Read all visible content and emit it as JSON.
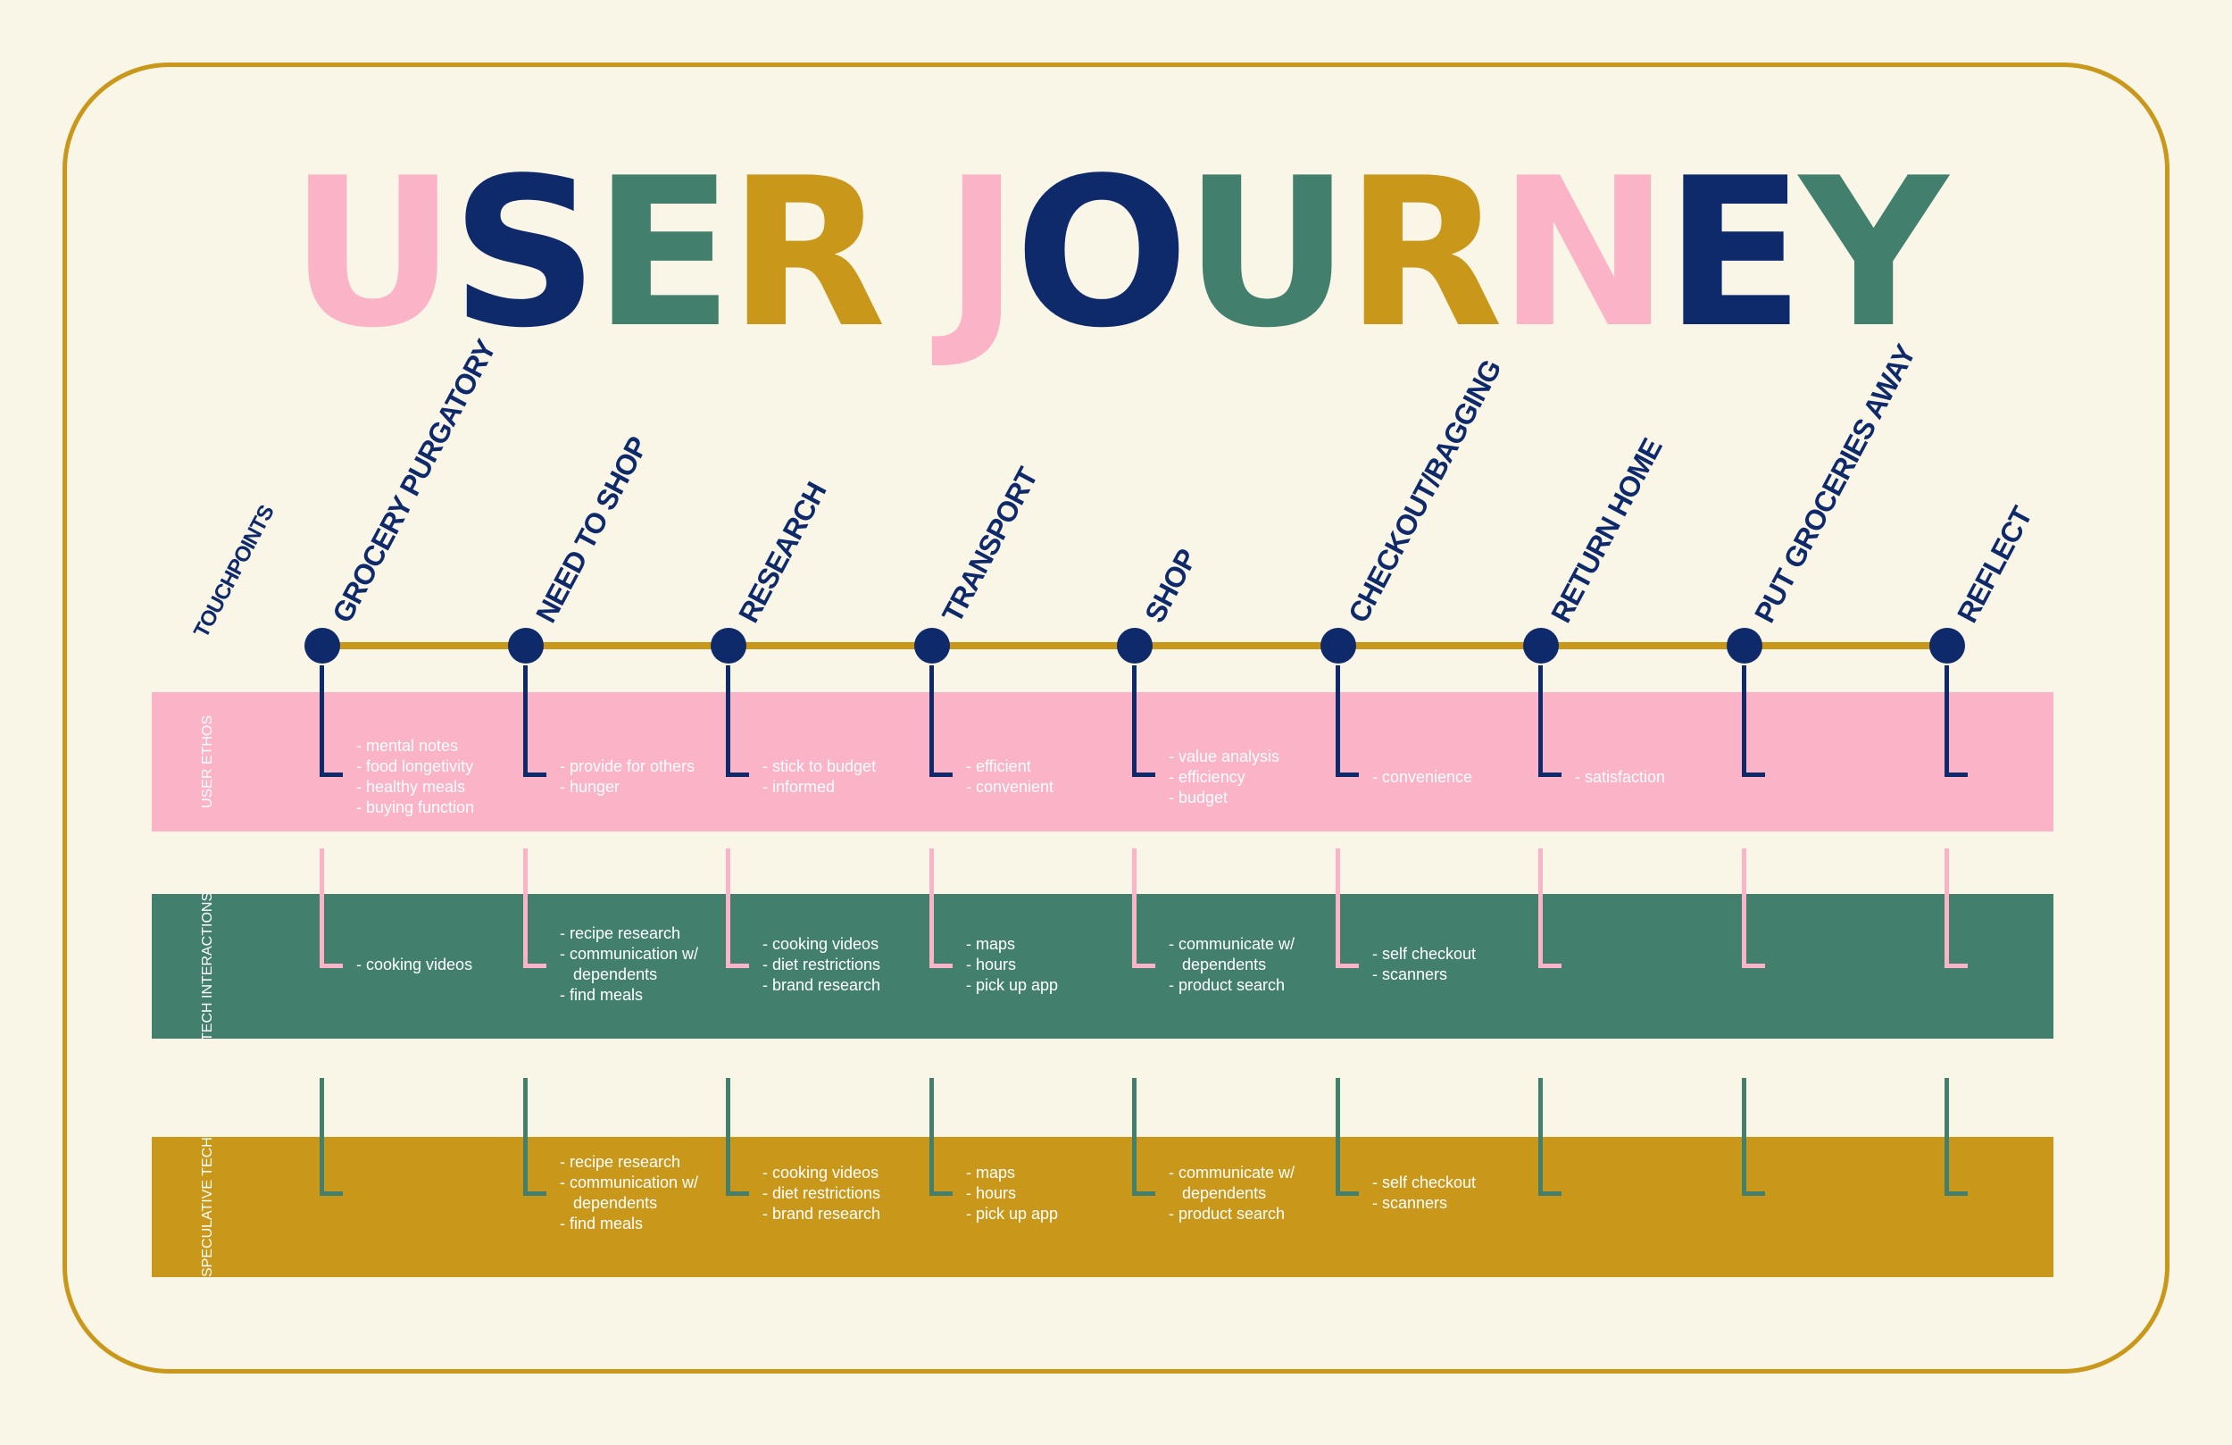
{
  "title": {
    "letters": [
      "U",
      "S",
      "E",
      "R",
      " ",
      "J",
      "O",
      "U",
      "R",
      "N",
      "E",
      "Y"
    ],
    "letter_colors": [
      "#fbb3c8",
      "#0f2a6b",
      "#437f6d",
      "#c9971a",
      "",
      "#fbb3c8",
      "#0f2a6b",
      "#437f6d",
      "#c9971a",
      "#fbb3c8",
      "#0f2a6b",
      "#437f6d"
    ]
  },
  "touchpoints_label": "TOUCHPOINTS",
  "colors": {
    "navy": "#0f2a6b",
    "pink": "#fbb3c8",
    "green": "#437f6d",
    "gold": "#c9971a",
    "background": "#f9f6e8"
  },
  "stages": [
    "GROCERY PURGATORY",
    "NEED TO SHOP",
    "RESEARCH",
    "TRANSPORT",
    "SHOP",
    "CHECKOUT/BAGGING",
    "RETURN HOME",
    "PUT GROCERIES AWAY",
    "REFLECT"
  ],
  "rows": [
    {
      "label": "USER ETHOS",
      "color": "#fbb3c8",
      "bracket_color": "#0f2a6b",
      "notes": [
        [
          "- mental notes",
          "- food longetivity",
          "- healthy meals",
          "- buying function"
        ],
        [
          "- provide for others",
          "- hunger"
        ],
        [
          "- stick to budget",
          "- informed"
        ],
        [
          "- efficient",
          "- convenient"
        ],
        [
          "- value analysis",
          "- efficiency",
          "- budget"
        ],
        [
          "- convenience"
        ],
        [
          "- satisfaction"
        ],
        [],
        []
      ]
    },
    {
      "label": "TECH INTERACTIONS",
      "color": "#437f6d",
      "bracket_color": "#fbb3c8",
      "notes": [
        [
          "- cooking videos"
        ],
        [
          "- recipe research",
          "- communication w/",
          "  dependents",
          "- find meals"
        ],
        [
          "- cooking videos",
          "- diet restrictions",
          "- brand research"
        ],
        [
          "- maps",
          "- hours",
          "- pick up app"
        ],
        [
          "- communicate w/",
          "  dependents",
          "- product search"
        ],
        [
          "- self checkout",
          "- scanners"
        ],
        [],
        [],
        []
      ]
    },
    {
      "label": "SPECULATIVE TECH",
      "color": "#c9971a",
      "bracket_color": "#437f6d",
      "notes": [
        [],
        [
          "- recipe research",
          "- communication w/",
          "  dependents",
          "- find meals"
        ],
        [
          "- cooking videos",
          "- diet restrictions",
          "- brand research"
        ],
        [
          "- maps",
          "- hours",
          "- pick up app"
        ],
        [
          "- communicate w/",
          "  dependents",
          "- product search"
        ],
        [
          "- self checkout",
          "- scanners"
        ],
        [],
        [],
        []
      ]
    }
  ]
}
